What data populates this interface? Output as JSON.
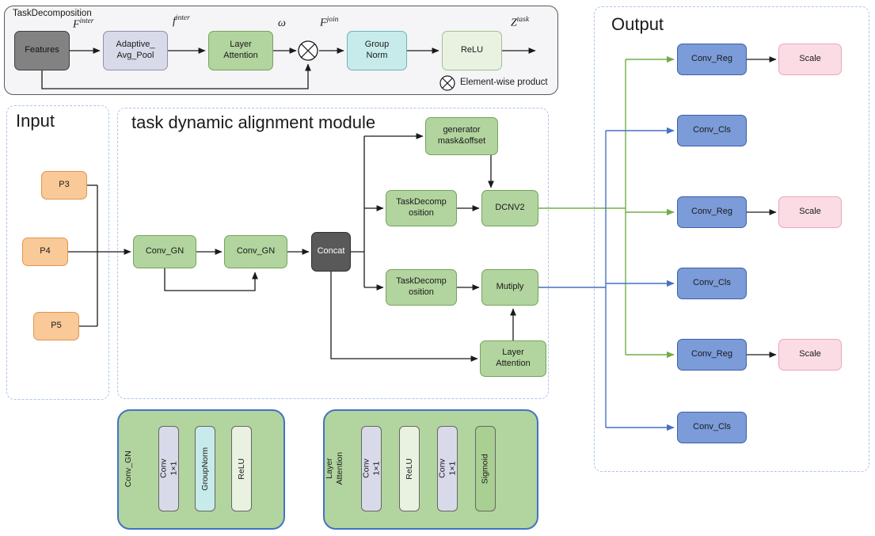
{
  "task_decomposition": {
    "title": "TaskDecomposition",
    "features": "Features",
    "adaptive_avg_pool": "Adaptive_\nAvg_Pool",
    "layer_attention": "Layer\nAttention",
    "group_norm": "Group\nNorm",
    "relu": "ReLU",
    "labels": {
      "f_inter": {
        "base": "F",
        "sup": "inter"
      },
      "f_inter_lower": {
        "base": "f",
        "sup": "inter"
      },
      "omega": "ω",
      "f_join": {
        "base": "F",
        "sup": "join"
      },
      "z_task": {
        "base": "Z",
        "sup": "task"
      }
    },
    "legend": {
      "symbol": "⊗",
      "text": "Element-wise product"
    }
  },
  "input": {
    "title": "Input",
    "items": [
      "P3",
      "P4",
      "P5"
    ]
  },
  "module": {
    "title": "task dynamic alignment module",
    "conv_gn_1": "Conv_GN",
    "conv_gn_2": "Conv_GN",
    "concat": "Concat",
    "generator": "generator\nmask&offset",
    "task_decomposition_1": "TaskDecomp\nosition",
    "task_decomposition_2": "TaskDecomp\nosition",
    "dcnv2": "DCNV2",
    "multiply": "Mutiply",
    "layer_attention": "Layer\nAttention"
  },
  "output": {
    "title": "Output",
    "rows": [
      {
        "label": "Conv_Reg",
        "scale": "Scale"
      },
      {
        "label": "Conv_Cls"
      },
      {
        "label": "Conv_Reg",
        "scale": "Scale"
      },
      {
        "label": "Conv_Cls"
      },
      {
        "label": "Conv_Reg",
        "scale": "Scale"
      },
      {
        "label": "Conv_Cls"
      }
    ]
  },
  "details": {
    "conv_gn": {
      "side_label": "Conv_GN",
      "stages": [
        "Conv 1×1",
        "GroupNorm",
        "ReLU"
      ]
    },
    "layer_attention": {
      "side_label": "Layer\nAttention",
      "stages": [
        "Conv 1×1",
        "ReLU",
        "Conv 1×1",
        "Sigmoid"
      ]
    }
  },
  "colors": {
    "green_node": "#b2d49e",
    "blue_node": "#7b9bd9",
    "pink_node": "#fbdce4",
    "orange_node": "#f9c998",
    "lavender_node": "#d9dae9",
    "teal_node": "#c7ebeb",
    "pale_green_node": "#e9f2e1",
    "dark_gray_node": "#595959",
    "gray_node": "#828282",
    "reg_line": "#70ad47",
    "cls_line": "#4472c4",
    "dashed_border": "#aec6e8"
  }
}
